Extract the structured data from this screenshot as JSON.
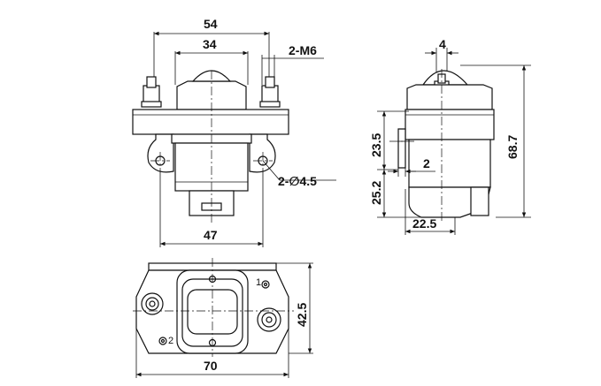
{
  "front_view": {
    "dim_width_total": "54",
    "dim_width_inner": "34",
    "dim_terminal_thread": "2-M6",
    "dim_mount_hole": "2-∅4.5",
    "dim_mount_spacing": "47"
  },
  "side_view": {
    "dim_stud": "4",
    "dim_height_total": "68.7",
    "dim_upper_height": "23.5",
    "dim_lower_height": "25.2",
    "dim_flange": "2",
    "dim_depth": "22.5"
  },
  "bottom_view": {
    "dim_height": "42.5",
    "dim_width": "70",
    "terminal_1": "1",
    "terminal_2": "2"
  }
}
